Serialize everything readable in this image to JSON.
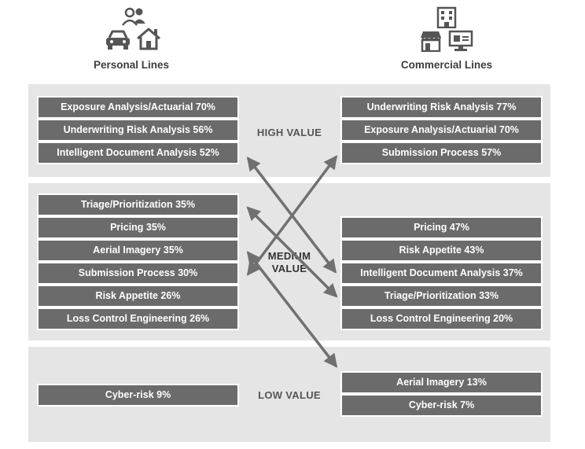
{
  "headers": {
    "personal": "Personal Lines",
    "commercial": "Commercial Lines"
  },
  "tiers": {
    "high": "HIGH VALUE",
    "medium_line1": "MEDIUM",
    "medium_line2": "VALUE",
    "low": "LOW VALUE"
  },
  "personal": {
    "high": [
      "Exposure Analysis/Actuarial 70%",
      "Underwriting Risk Analysis 56%",
      "Intelligent Document Analysis 52%"
    ],
    "medium": [
      "Triage/Prioritization 35%",
      "Pricing 35%",
      "Aerial Imagery 35%",
      "Submission Process 30%",
      "Risk Appetite 26%",
      "Loss Control Engineering 26%"
    ],
    "low": [
      "Cyber-risk 9%"
    ]
  },
  "commercial": {
    "high": [
      "Underwriting Risk Analysis 77%",
      "Exposure Analysis/Actuarial 70%",
      "Submission Process 57%"
    ],
    "medium": [
      "Pricing 47%",
      "Risk Appetite 43%",
      "Intelligent Document Analysis 37%",
      "Triage/Prioritization 33%",
      "Loss Control Engineering 20%"
    ],
    "low": [
      "Aerial Imagery 13%",
      "Cyber-risk 7%"
    ]
  },
  "icons": {
    "personal": [
      "car-icon",
      "house-icon",
      "people-icon"
    ],
    "commercial": [
      "office-building-icon",
      "storefront-icon",
      "computer-icon"
    ]
  },
  "colors": {
    "box": "#6b6b6b",
    "band": "#e5e5e5",
    "arrow": "#707070"
  }
}
